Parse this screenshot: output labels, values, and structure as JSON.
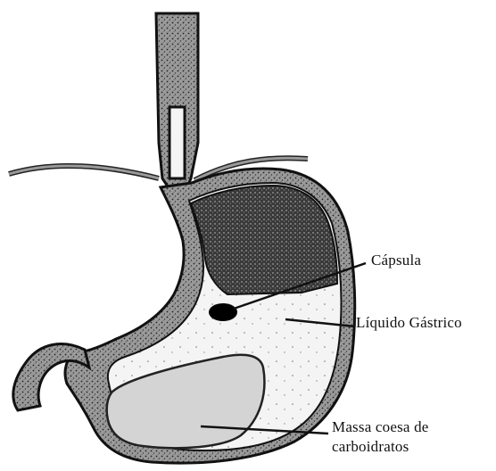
{
  "labels": {
    "capsule": "Cápsula",
    "gastric_liquid": "Líquido Gástrico",
    "carb_mass_line1": "Massa coesa de",
    "carb_mass_line2": "carboidratos"
  },
  "colors": {
    "ink": "#111111",
    "wall_fill": "#b8b8b8",
    "dark_stipple": "#4a4a4a",
    "liquid": "#f3f3f3",
    "mass": "#d4d4d4",
    "capsule": "#000000"
  }
}
